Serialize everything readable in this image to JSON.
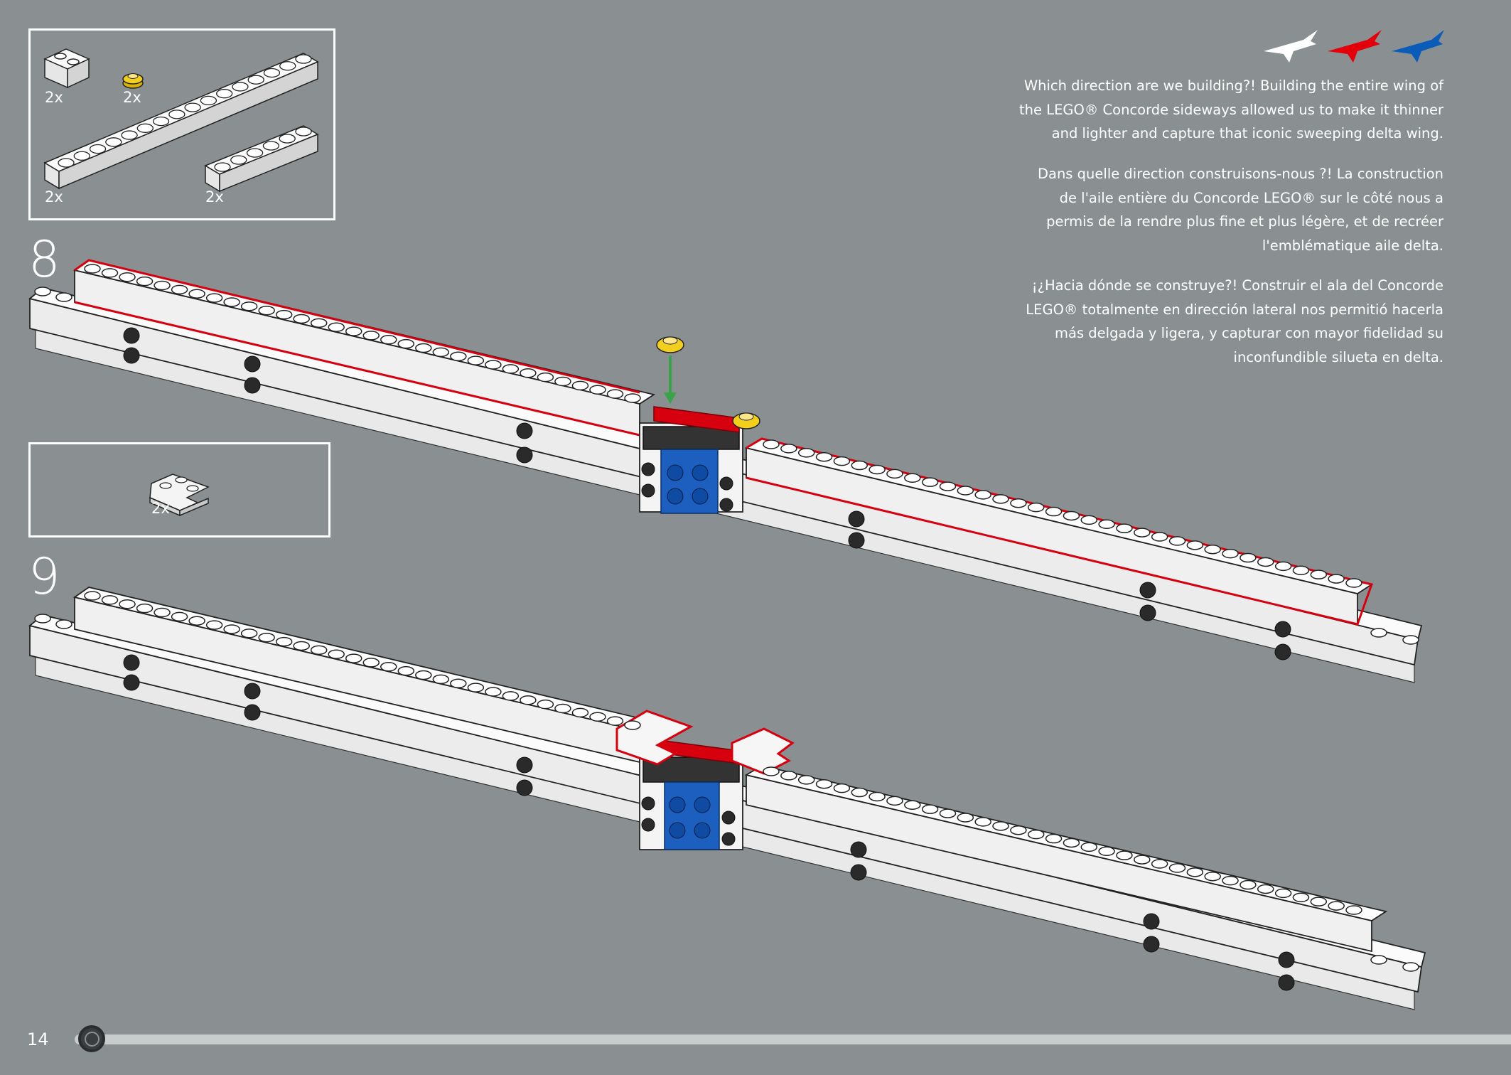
{
  "parts_step8": {
    "q1": "2x",
    "q2": "2x",
    "q3": "2x",
    "q4": "2x"
  },
  "parts_step9": {
    "q1": "2x"
  },
  "steps": {
    "s8": "8",
    "s9": "9"
  },
  "text": {
    "en": [
      "Which direction are we building?! Building the entire wing of",
      "the LEGO® Concorde sideways allowed us to make it thinner",
      "and lighter and capture that iconic sweeping delta wing."
    ],
    "fr": [
      "Dans quelle direction construisons-nous ?! La construction",
      "de l'aile entière du Concorde LEGO® sur le côté nous a",
      "permis de la rendre plus fine et plus légère, et de recréer",
      "l'emblématique aile delta."
    ],
    "es": [
      "¡¿Hacia dónde se construye?! Construir el ala del Concorde",
      "LEGO® totalmente en dirección lateral nos permitió hacerla",
      "más delgada y ligera, y capturar con mayor fidelidad su",
      "inconfundible silueta en delta."
    ]
  },
  "flags": [
    {
      "name": "white-concorde-icon",
      "color": "#ffffff"
    },
    {
      "name": "red-concorde-icon",
      "color": "#e3000b"
    },
    {
      "name": "blue-concorde-icon",
      "color": "#0a5cb8"
    }
  ],
  "page_number": "14",
  "colors": {
    "background": "#8a9091",
    "highlight": "#d7000f",
    "brick_white": "#f2f2f2",
    "brick_blue": "#1d5fbf",
    "brick_red": "#d7000f",
    "plate_yellow": "#f3cf1d",
    "arrow_green": "#3aa34a"
  }
}
